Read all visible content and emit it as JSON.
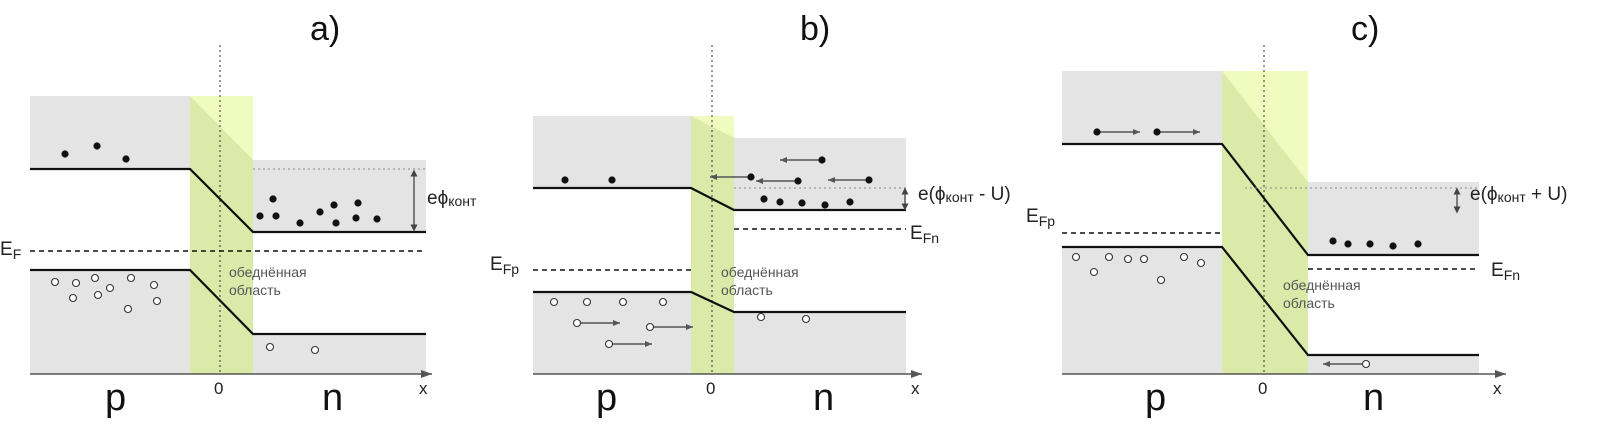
{
  "panels": [
    {
      "title": "a)",
      "label_p": "p",
      "label_n": "n",
      "origin": "0",
      "axis": "x",
      "depletion_line1": "обеднённая",
      "depletion_line2": "область",
      "barrier_label": "eϕ",
      "barrier_sub": "конт",
      "barrier_suffix": "",
      "fermi_label": "E",
      "fermi_sub": "F"
    },
    {
      "title": "b)",
      "label_p": "p",
      "label_n": "n",
      "origin": "0",
      "axis": "x",
      "depletion_line1": "обеднённая",
      "depletion_line2": "область",
      "barrier_label": "e(ϕ",
      "barrier_sub": "конт",
      "barrier_suffix": " - U)",
      "fermi_p_label": "E",
      "fermi_p_sub": "Fp",
      "fermi_n_label": "E",
      "fermi_n_sub": "Fn"
    },
    {
      "title": "c)",
      "label_p": "p",
      "label_n": "n",
      "origin": "0",
      "axis": "x",
      "depletion_line1": "обеднённая",
      "depletion_line2": "область",
      "barrier_label": "e(ϕ",
      "barrier_sub": "конт",
      "barrier_suffix": " + U)",
      "fermi_p_label": "E",
      "fermi_p_sub": "Fp",
      "fermi_n_label": "E",
      "fermi_n_sub": "Fn"
    }
  ]
}
